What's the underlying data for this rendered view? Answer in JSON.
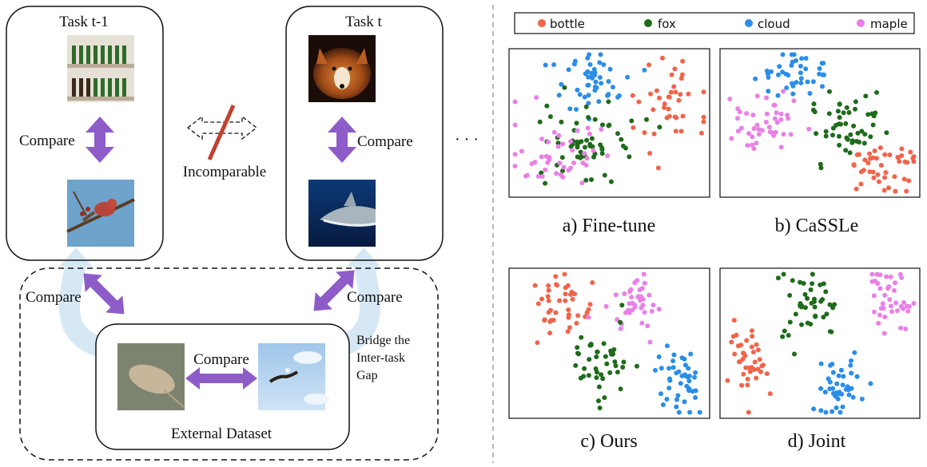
{
  "left_panel": {
    "task_prev": {
      "title": "Task t-1",
      "compare_label": "Compare",
      "image_top": "bottles-on-shelves",
      "image_bottom": "red-finch-on-branch"
    },
    "task_curr": {
      "title": "Task t",
      "compare_label": "Compare",
      "image_top": "red-fox-face",
      "image_bottom": "shark-underwater"
    },
    "incomparable_label": "Incomparable",
    "ellipsis": "· · ·",
    "external": {
      "title": "External Dataset",
      "compare_label": "Compare",
      "left_compare_label": "Compare",
      "right_compare_label": "Compare",
      "bridge_lines": [
        "Bridge the",
        "Inter-task",
        "Gap"
      ],
      "image_left": "stingray",
      "image_right": "eagle-in-sky"
    }
  },
  "legend": [
    {
      "name": "bottle",
      "color": "#f0644b"
    },
    {
      "name": "fox",
      "color": "#1e6b1a"
    },
    {
      "name": "cloud",
      "color": "#2b8de8"
    },
    {
      "name": "maple",
      "color": "#e980e6"
    }
  ],
  "plots": [
    {
      "caption": "a) Fine-tune"
    },
    {
      "caption": "b) CaSSLe"
    },
    {
      "caption": "c) Ours"
    },
    {
      "caption": "d) Joint"
    }
  ],
  "colors": {
    "arrow_purple": "#8e5cc8",
    "bridge_blue": "#d7e8f5",
    "red_slash": "#c0412f"
  }
}
